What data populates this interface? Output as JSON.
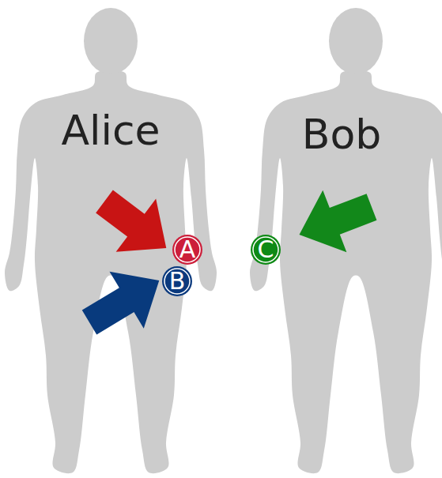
{
  "diagram": {
    "nodes": [
      {
        "text": [
          "Alice"
        ]
      },
      {
        "text": [
          "A"
        ],
        "in": 0
      },
      {
        "text": [
          "B"
        ],
        "in": 0
      },
      {
        "text": [
          "Bob"
        ]
      },
      {
        "text": [
          "C"
        ],
        "in": 3
      }
    ]
  }
}
